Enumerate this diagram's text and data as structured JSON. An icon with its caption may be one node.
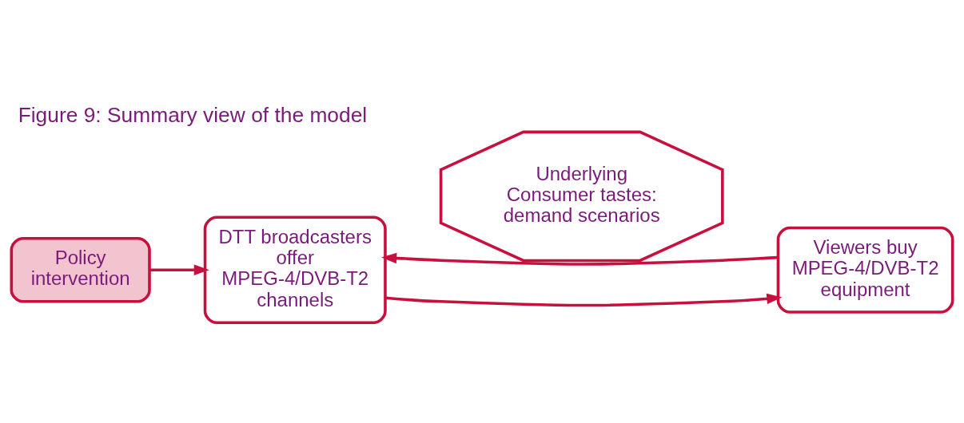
{
  "diagram": {
    "title": "Figure 9: Summary view of the model",
    "nodes": [
      {
        "text": [
          "Policy intervention"
        ]
      },
      {
        "text": [
          "DTT broadcasters offer MPEG-4/DVB-T2 channels"
        ]
      },
      {
        "text": [
          "Underlying Consumer tastes: demand scenarios"
        ]
      },
      {
        "text": [
          "Viewers buy MPEG-4/DVB-T2 equipment"
        ]
      }
    ],
    "edges": [
      {
        "from": 0,
        "to": 1,
        "arrow": "to"
      },
      {
        "from": 1,
        "to": 3,
        "arrow": "to"
      },
      {
        "from": 3,
        "to": 1,
        "arrow": "to"
      }
    ]
  }
}
